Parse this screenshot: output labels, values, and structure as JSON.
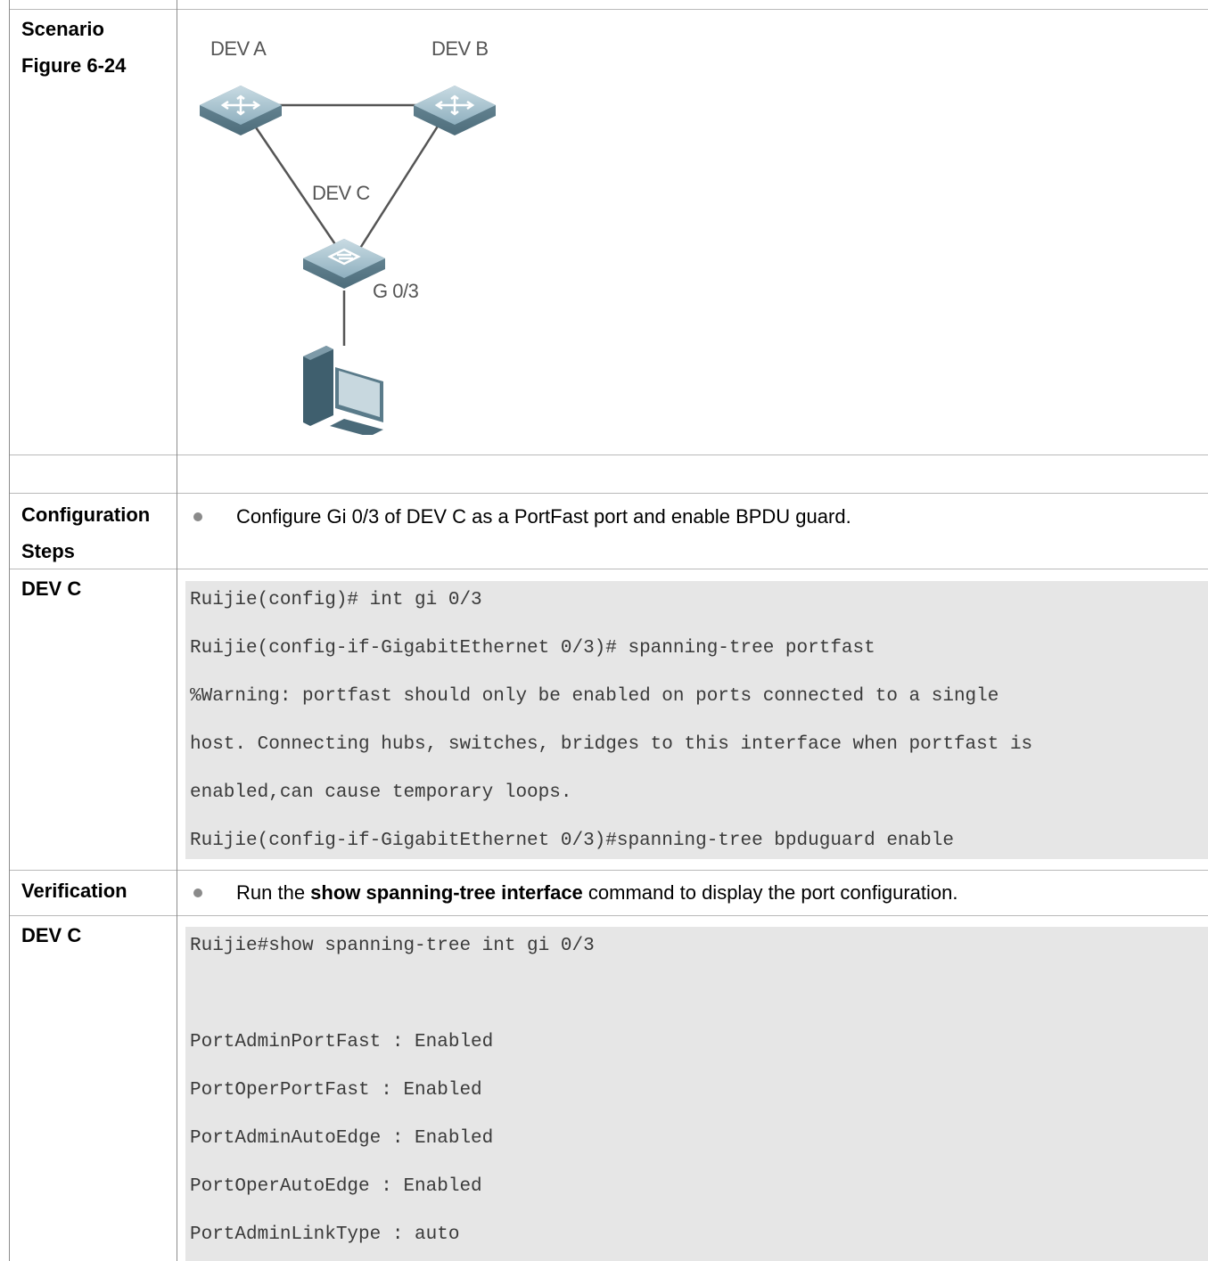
{
  "rows": {
    "scenario": {
      "label_line1": "Scenario",
      "label_line2": "Figure 6-24",
      "figure": {
        "devices": [
          "DEV A",
          "DEV B",
          "DEV C"
        ],
        "port_label": "G 0/3",
        "device_icons": [
          "router-icon",
          "router-icon",
          "switch-icon",
          "pc-icon"
        ]
      }
    },
    "config_steps": {
      "label_line1": "Configuration",
      "label_line2": "Steps",
      "bullet": "Configure Gi 0/3 of DEV C as a PortFast port and enable BPDU guard."
    },
    "dev_c_config": {
      "label": "DEV C",
      "lines": [
        "Ruijie(config)# int gi 0/3",
        "Ruijie(config-if-GigabitEthernet 0/3)# spanning-tree portfast",
        "%Warning: portfast should only be enabled on ports connected to a single",
        "host. Connecting hubs, switches, bridges to this interface when portfast is",
        "enabled,can cause temporary loops.",
        "Ruijie(config-if-GigabitEthernet 0/3)#spanning-tree bpduguard enable"
      ]
    },
    "verification": {
      "label": "Verification",
      "bullet_pre": "Run the ",
      "bullet_bold": "show spanning-tree interface",
      "bullet_post": " command to display the port configuration."
    },
    "dev_c_verify": {
      "label": "DEV C",
      "lines": [
        "Ruijie#show spanning-tree int gi 0/3",
        "",
        "PortAdminPortFast : Enabled",
        "PortOperPortFast : Enabled",
        "PortAdminAutoEdge : Enabled",
        "PortOperAutoEdge : Enabled",
        "PortAdminLinkType : auto"
      ]
    }
  }
}
